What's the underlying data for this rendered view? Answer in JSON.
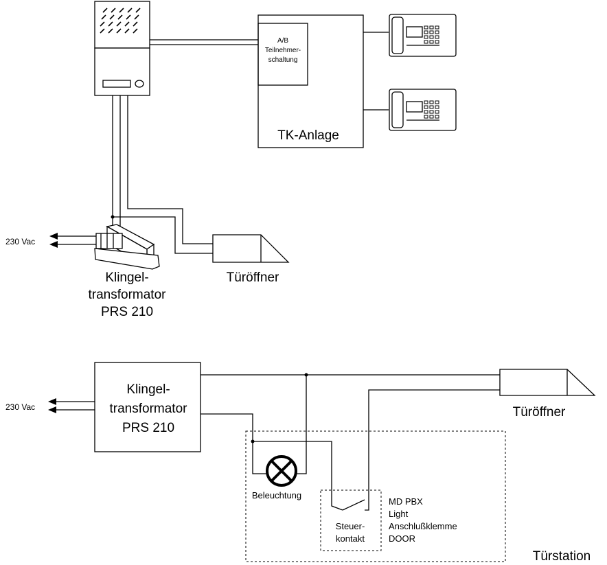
{
  "top_diagram": {
    "ab_box": {
      "line1": "A/B",
      "line2": "Teilnehmer-",
      "line3": "schaltung"
    },
    "tk_label": "TK-Anlage",
    "supply_label": "230 Vac",
    "transformer": {
      "line1": "Klingel-",
      "line2": "transformator",
      "line3": "PRS 210"
    },
    "opener_label": "Türöffner"
  },
  "bottom_diagram": {
    "supply_label": "230 Vac",
    "transformer": {
      "line1": "Klingel-",
      "line2": "transformator",
      "line3": "PRS 210"
    },
    "opener_label": "Türöffner",
    "lamp_label": "Beleuchtung",
    "contact": {
      "line1": "Steuer-",
      "line2": "kontakt"
    },
    "terminals": {
      "line1": "MD PBX",
      "line2": "Light",
      "line3": "Anschlußklemme",
      "line4": "DOOR"
    },
    "station_label": "Türstation"
  }
}
